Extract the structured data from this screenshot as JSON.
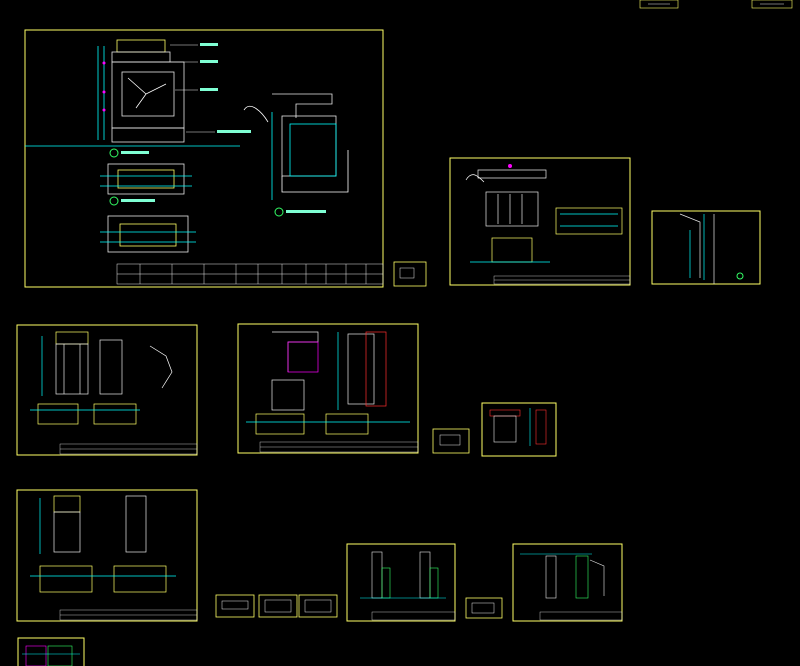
{
  "app": {
    "title": "",
    "background": "#000000"
  },
  "colors": {
    "frame": "#ffff66",
    "drawing": "#e8e8e8",
    "dimension": "#00ffff",
    "highlight": "#ff00ff",
    "red": "#ff3030",
    "green": "#33ff66",
    "text": "#7fffd4"
  },
  "sheets": [
    {
      "id": "A",
      "title_block": true
    },
    {
      "id": "B",
      "title_block": true
    },
    {
      "id": "C",
      "title_block": false
    },
    {
      "id": "D",
      "title_block": true
    },
    {
      "id": "E",
      "title_block": true
    },
    {
      "id": "F",
      "title_block": false
    },
    {
      "id": "G",
      "title_block": true
    },
    {
      "id": "H",
      "title_block": true
    },
    {
      "id": "I",
      "title_block": true
    },
    {
      "id": "J",
      "title_block": true
    }
  ]
}
